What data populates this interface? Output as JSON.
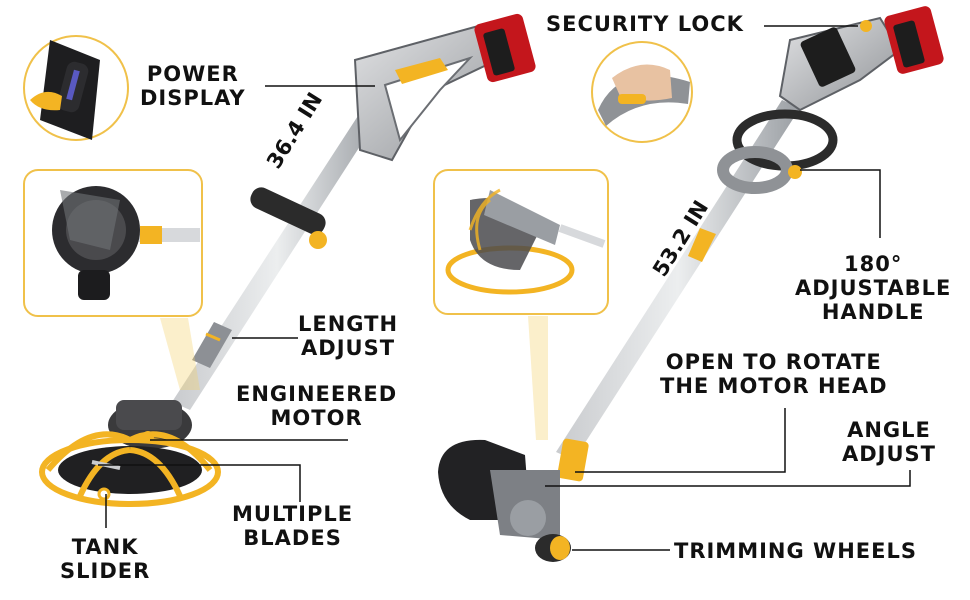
{
  "colors": {
    "accent": "#f3b423",
    "body_grey": "#9a9ea3",
    "dark": "#2b2b2b",
    "battery_red": "#c4161c",
    "callout_border": "#f0c14a"
  },
  "left_tool": {
    "length_label": "36.4 IN",
    "labels": {
      "power_display": [
        "POWER",
        "DISPLAY"
      ],
      "length_adjust": [
        "LENGTH",
        "ADJUST"
      ],
      "engineered_motor": [
        "ENGINEERED",
        "MOTOR"
      ],
      "multiple_blades": [
        "MULTIPLE",
        "BLADES"
      ],
      "tank_slider": [
        "TANK",
        "SLIDER"
      ]
    }
  },
  "right_tool": {
    "length_label": "53.2 IN",
    "labels": {
      "security_lock": "SECURITY LOCK",
      "adjustable_handle": [
        "180°",
        "ADJUSTABLE",
        "HANDLE"
      ],
      "rotate_motor_head": [
        "OPEN TO ROTATE",
        "THE MOTOR HEAD"
      ],
      "angle_adjust": [
        "ANGLE",
        "ADJUST"
      ],
      "trimming_wheels": "TRIMMING WHEELS"
    }
  }
}
